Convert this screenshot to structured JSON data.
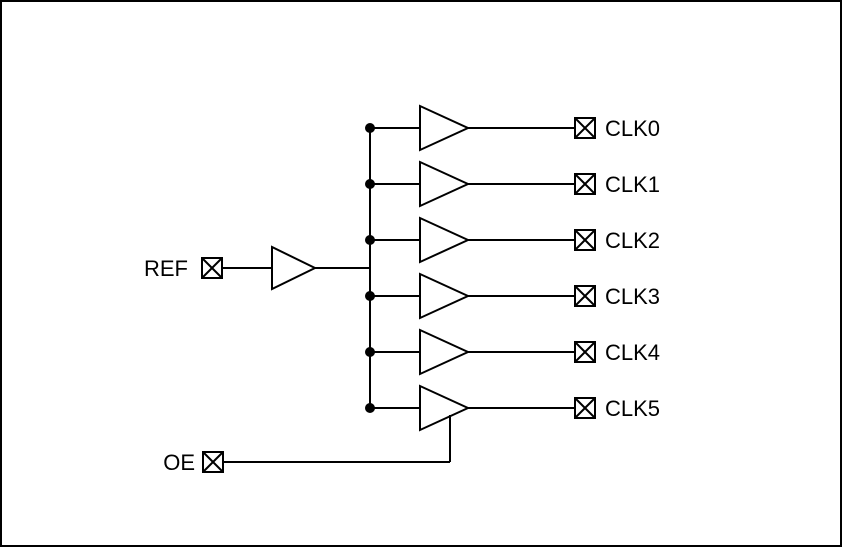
{
  "diagram": {
    "background_color": "#ffffff",
    "line_color": "#000000",
    "symbols": {
      "terminal_icon": "boxed-x-pin",
      "buffer_icon": "right-pointing-triangle",
      "junction_icon": "filled-dot"
    },
    "inputs": {
      "ref": {
        "label": "REF"
      },
      "oe": {
        "label": "OE"
      }
    },
    "outputs": [
      {
        "label": "CLK0"
      },
      {
        "label": "CLK1"
      },
      {
        "label": "CLK2"
      },
      {
        "label": "CLK3"
      },
      {
        "label": "CLK4"
      },
      {
        "label": "CLK5"
      }
    ]
  }
}
